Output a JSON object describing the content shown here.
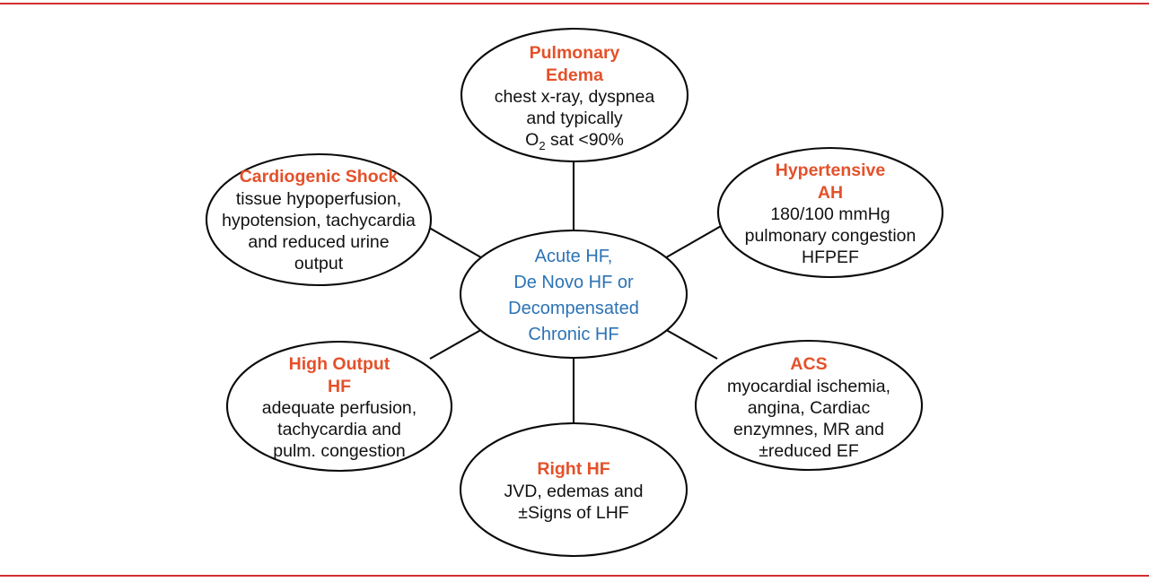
{
  "figure": {
    "name": "acute-heart-failure-clinical-presentations",
    "colors": {
      "title_orange": "#e4512a",
      "center_blue": "#2c73b5",
      "body_black": "#111111",
      "rule_red": "#d32f2f",
      "ellipse_stroke": "#0a0a0a",
      "background": "#ffffff"
    }
  },
  "center": {
    "name": "acute-hf-center-node",
    "lines": [
      "Acute HF,",
      "De Novo HF or",
      "Decompensated",
      "Chronic HF"
    ]
  },
  "nodes": [
    {
      "id": "pulmonary-edema",
      "title_lines": [
        "Pulmonary",
        "Edema"
      ],
      "body_lines": [
        "chest x-ray, dyspnea",
        "and typically"
      ],
      "special_line": {
        "prefix": "O",
        "subscript": "2",
        "suffix": "sat <90%"
      }
    },
    {
      "id": "hypertensive-ah",
      "title_lines": [
        "Hypertensive",
        "AH"
      ],
      "body_lines": [
        "180/100 mmHg",
        "pulmonary congestion",
        "HFPEF"
      ]
    },
    {
      "id": "acs",
      "title_lines": [
        "ACS"
      ],
      "body_lines": [
        "myocardial ischemia,",
        "angina, Cardiac",
        "enzymnes, MR and",
        "±reduced EF"
      ]
    },
    {
      "id": "right-hf",
      "title_lines": [
        "Right HF"
      ],
      "body_lines": [
        "JVD, edemas and",
        "±Signs of LHF"
      ]
    },
    {
      "id": "high-output-hf",
      "title_lines": [
        "High Output",
        "HF"
      ],
      "body_lines": [
        "adequate perfusion,",
        "tachycardia and",
        "pulm. congestion"
      ]
    },
    {
      "id": "cardiogenic-shock",
      "title_lines": [
        "Cardiogenic Shock"
      ],
      "body_lines": [
        "tissue hypoperfusion,",
        "hypotension, tachycardia",
        "and reduced urine",
        "output"
      ]
    }
  ]
}
